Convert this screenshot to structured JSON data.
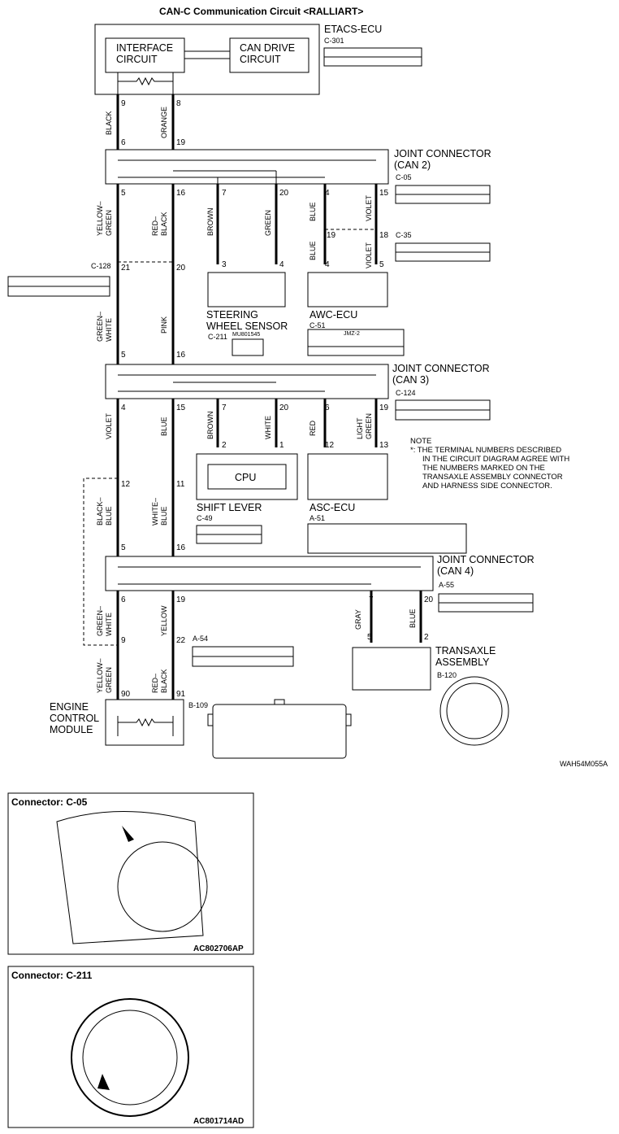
{
  "title": "CAN-C Communication Circuit <RALLIART>",
  "etacs": {
    "name": "ETACS-ECU",
    "connector": "C-301",
    "interface": [
      "INTERFACE",
      "CIRCUIT"
    ],
    "can_drive": [
      "CAN DRIVE",
      "CIRCUIT"
    ]
  },
  "jc2": {
    "name": [
      "JOINT CONNECTOR",
      "(CAN 2)"
    ],
    "connector": "C-05",
    "connector2": "C-35"
  },
  "jc3": {
    "name": [
      "JOINT CONNECTOR",
      "(CAN 3)"
    ],
    "connector": "C-124"
  },
  "jc4": {
    "name": [
      "JOINT CONNECTOR",
      "(CAN 4)"
    ],
    "connector": "A-55"
  },
  "c128": "C-128",
  "steering": {
    "name": [
      "STEERING",
      "WHEEL SENSOR"
    ],
    "connector": "C-211",
    "part": "MU801545"
  },
  "awc": {
    "name": "AWC-ECU",
    "connector": "C-51",
    "part": "JMZ-2"
  },
  "shift": {
    "name": "SHIFT LEVER",
    "connector": "C-49",
    "cpu": "CPU"
  },
  "asc": {
    "name": "ASC-ECU",
    "connector": "A-51"
  },
  "a54": "A-54",
  "transaxle": {
    "name": [
      "TRANSAXLE",
      "ASSEMBLY"
    ],
    "connector": "B-120"
  },
  "ecm": {
    "name": [
      "ENGINE",
      "CONTROL",
      "MODULE"
    ],
    "connector": "B-109"
  },
  "note": {
    "head": "NOTE",
    "lines": [
      "*: THE TERMINAL NUMBERS DESCRIBED",
      "IN THE CIRCUIT DIAGRAM AGREE WITH",
      "THE NUMBERS MARKED ON THE",
      "TRANSAXLE ASSEMBLY CONNECTOR",
      "AND HARNESS SIDE CONNECTOR."
    ]
  },
  "diagram_code": "WAH54M055A",
  "wire_colors": {
    "black": "BLACK",
    "orange": "ORANGE",
    "yellow_green": [
      "YELLOW–",
      "GREEN"
    ],
    "red_black": [
      "RED–",
      "BLACK"
    ],
    "brown": "BROWN",
    "green": "GREEN",
    "blue": "BLUE",
    "violet": "VIOLET",
    "green_white": [
      "GREEN–",
      "WHITE"
    ],
    "pink": "PINK",
    "white": "WHITE",
    "red": "RED",
    "light_green": [
      "LIGHT",
      "GREEN"
    ],
    "black_blue": [
      "BLACK–",
      "BLUE"
    ],
    "white_blue": [
      "WHITE–",
      "BLUE"
    ],
    "yellow": "YELLOW",
    "gray": "GRAY"
  },
  "pins": {
    "e9": "9",
    "e8": "8",
    "j2_6": "6",
    "j2_19": "19",
    "j2_5": "5",
    "j2_16": "16",
    "j2_7": "7",
    "j2_20": "20",
    "j2_4": "4",
    "j2_15": "15",
    "c35_19": "19",
    "c35_18": "18",
    "sw3": "3",
    "sw4": "4",
    "awc4": "4",
    "awc5": "5",
    "c128_21": "21",
    "c128_20": "20",
    "j3_5": "5",
    "j3_16": "16",
    "j3_4": "4",
    "j3_15": "15",
    "j3_7": "7",
    "j3_20": "20",
    "j3_6": "6",
    "j3_19": "19",
    "sl2": "2",
    "sl1": "1",
    "asc12": "12",
    "asc13": "13",
    "a54_12": "12",
    "a54_11": "11",
    "j4_5": "5",
    "j4_16": "16",
    "j4_6": "6",
    "j4_19": "19",
    "j4_7": "7",
    "j4_20": "20",
    "tr5": "5",
    "tr2": "2",
    "a54_9": "9",
    "a54_22": "22",
    "ecm90": "90",
    "ecm91": "91"
  },
  "panels": [
    {
      "title": "Connector: C-05",
      "code": "AC802706AP"
    },
    {
      "title": "Connector: C-211",
      "code": "AC801714AD"
    }
  ]
}
